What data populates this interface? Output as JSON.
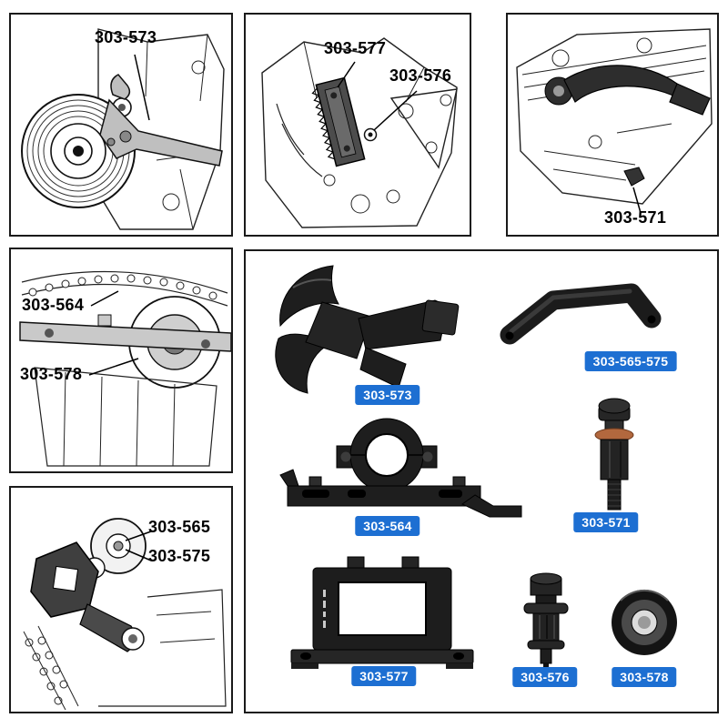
{
  "colors": {
    "badge_background": "#1d6fd2",
    "badge_text": "#ffffff",
    "line_art": "#1a1a1a",
    "tool_metal": "#1e1e1e",
    "copper_washer": "#b2683e"
  },
  "diagram_panels": {
    "pulley_holder": {
      "label1": "303-573"
    },
    "front_cover": {
      "label1": "303-577",
      "label2": "303-576"
    },
    "top_view": {
      "label1": "303-571"
    },
    "timing_chain": {
      "label1": "303-564",
      "label2": "303-578"
    },
    "tensioner": {
      "label1": "303-565",
      "label2": "303-575"
    }
  },
  "tool_panel": {
    "badges": [
      {
        "id": "fork-tool",
        "label": "303-573"
      },
      {
        "id": "z-bar-tool",
        "label": "303-565-575"
      },
      {
        "id": "bracket-tool",
        "label": "303-564"
      },
      {
        "id": "pin-bolt-tool",
        "label": "303-571"
      },
      {
        "id": "frame-tool",
        "label": "303-577"
      },
      {
        "id": "mandrel-tool",
        "label": "303-576"
      },
      {
        "id": "ring-tool",
        "label": "303-578"
      }
    ]
  }
}
